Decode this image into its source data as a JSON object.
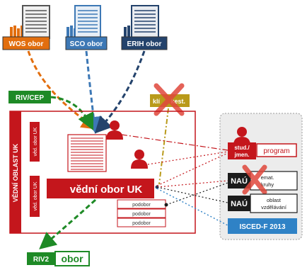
{
  "sources": {
    "wos": "WOS obor",
    "sco": "SCO obor",
    "erih": "ERIH obor"
  },
  "riv_cep": "RIV/CEP",
  "klic_prefix": "klí",
  "klic_suffix": "kest.",
  "main_frame": {
    "side_title": "VĚDNÍ OBLAST UK",
    "vertical_labels": [
      "věd. obor UK",
      "věd. obor UK"
    ],
    "main_label": "vědní obor UK",
    "sub_labels": [
      "podobor",
      "podobor",
      "podobor"
    ]
  },
  "right_panel": {
    "stud_line1": "stud./",
    "stud_line2": "jmen.",
    "program": "program",
    "nau": "NAÚ",
    "tem_line1": "emat.",
    "tem_line2": "kruhy",
    "oblast_line1": "oblast",
    "oblast_line2": "vzdělávání",
    "isced": "ISCED-F 2013"
  },
  "riv2": {
    "prefix": "RIV2",
    "label": "obor"
  },
  "colors": {
    "wos": "#e26e0e",
    "sco": "#3d78b5",
    "erih": "#24436c",
    "riv_green": "#1e8a26",
    "uk_red": "#c4161c",
    "klic_olive": "#b99a1a",
    "nau_dark": "#1b1b1b",
    "isced_blue": "#2f82c6"
  }
}
